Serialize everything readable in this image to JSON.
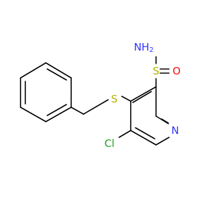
{
  "colors": {
    "bond": "#000000",
    "nitrogen": "#3333ff",
    "sulfur": "#b2b200",
    "oxygen": "#ff0d0d",
    "chlorine": "#1fa01f"
  },
  "atoms": {
    "nh2": {
      "symbol": "NH",
      "subscript": "2"
    },
    "s_sulfonyl": "S",
    "o_top": "O",
    "o_right": "O",
    "s_thio": "S",
    "n_ring": "N",
    "cl": "Cl"
  }
}
